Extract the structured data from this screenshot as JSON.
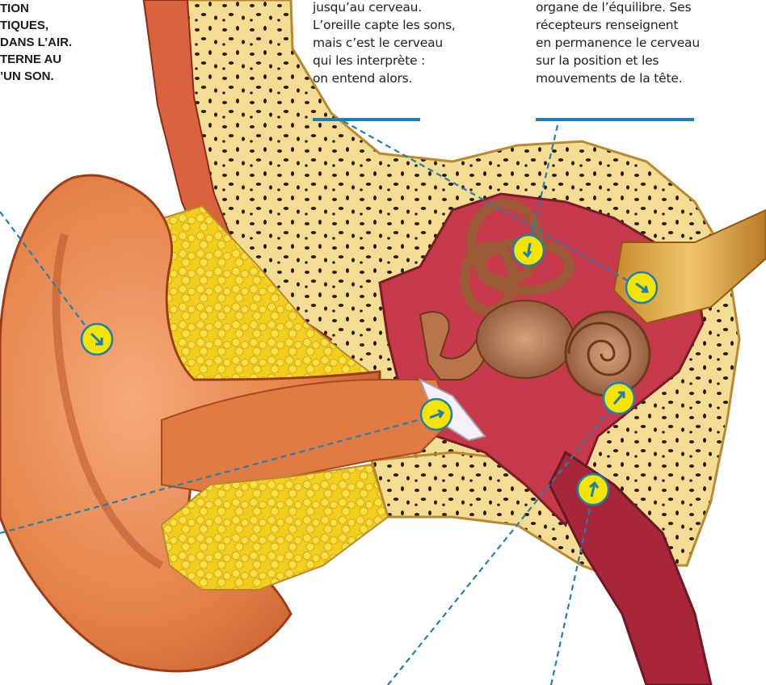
{
  "intro_lines": [
    "TION",
    "TIQUES,",
    "DANS L’AIR.",
    "TERNE AU",
    "’UN SON."
  ],
  "caption_nerve_lines": [
    "jusqu’au cerveau.",
    "L’oreille capte les sons,",
    "mais c’est le cerveau",
    "qui les interprète :",
    "on entend alors."
  ],
  "caption_vestibule_lines": [
    "organe de l’équilibre. Ses",
    "récepteurs renseignent",
    "en permanence le cerveau",
    "sur la position et les",
    "mouvements de la tête."
  ],
  "colors": {
    "pointer": "#1f7fb0",
    "marker_fill": "#f4e400",
    "bone": "#f2d98a",
    "skin": "#e98a4f",
    "fat": "#f3d21c",
    "cavity": "#c23b4a"
  }
}
